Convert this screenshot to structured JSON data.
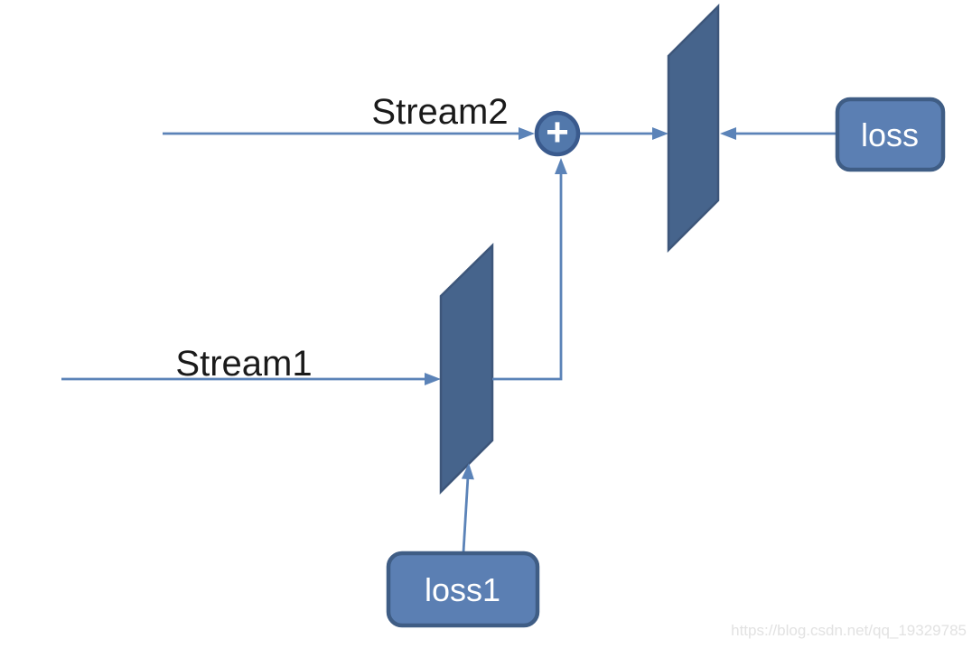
{
  "diagram": {
    "streams": [
      {
        "label": "Stream1"
      },
      {
        "label": "Stream2"
      }
    ],
    "sum_node": {
      "symbol": "+"
    },
    "loss_boxes": [
      {
        "label": "loss"
      },
      {
        "label": "loss1"
      }
    ],
    "watermark": "https://blog.csdn.net/qq_19329785",
    "colors": {
      "connector": "#5b83b8",
      "layer_fill": "#46648c",
      "layer_stroke": "#3d567a",
      "sum_fill": "#5278ab",
      "sum_stroke": "#3a5a8d",
      "box_fill": "#5b7fb3",
      "box_stroke": "#3f5d85",
      "label_text": "#1a1a1a",
      "box_text": "#ffffff",
      "watermark_text": "#e2e2e2"
    }
  }
}
